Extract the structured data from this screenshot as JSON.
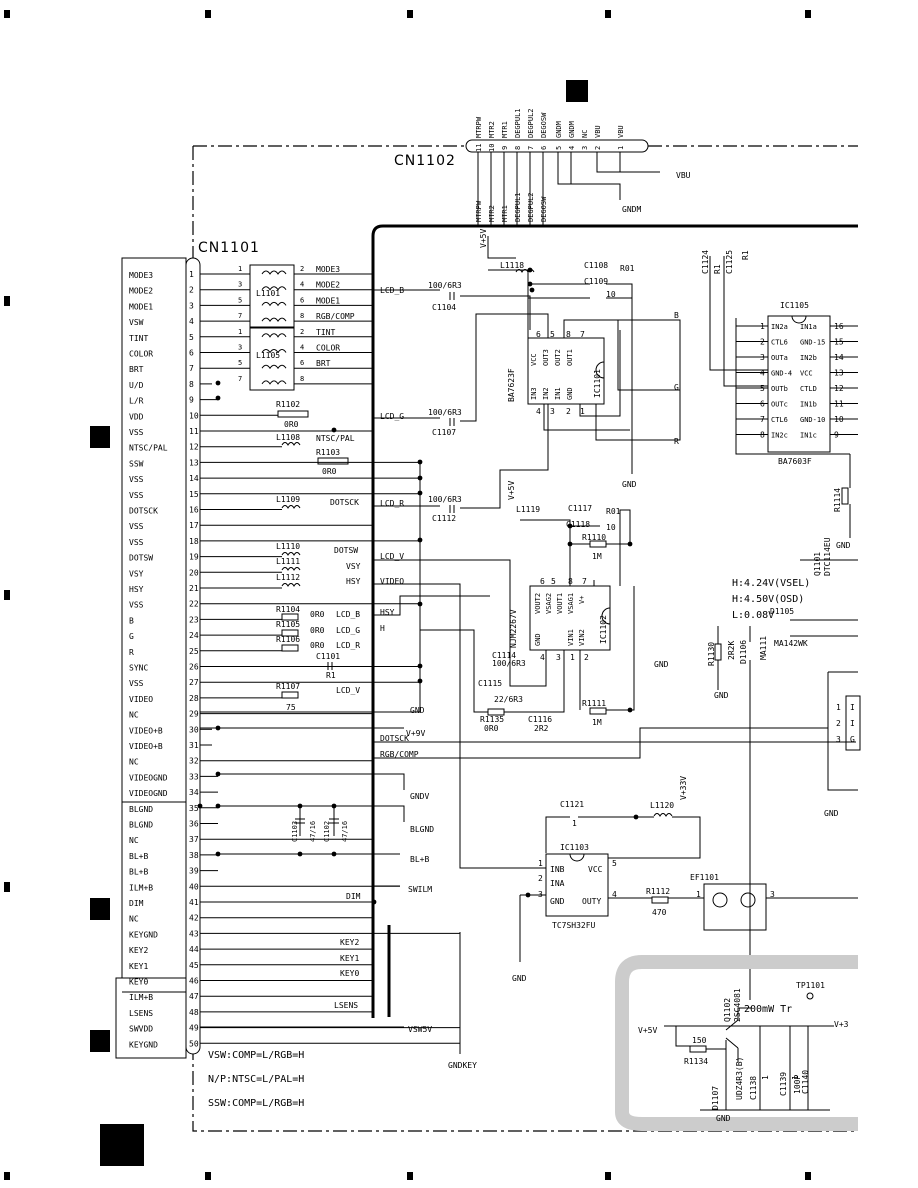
{
  "connectors": {
    "cn1101": {
      "title": "CN1101",
      "pins": [
        "1",
        "2",
        "3",
        "4",
        "5",
        "6",
        "7",
        "8",
        "9",
        "10",
        "11",
        "12",
        "13",
        "14",
        "15",
        "16",
        "17",
        "18",
        "19",
        "20",
        "21",
        "22",
        "23",
        "24",
        "25",
        "26",
        "27",
        "28",
        "29",
        "30",
        "31",
        "32",
        "33",
        "34",
        "35",
        "36",
        "37",
        "38",
        "39",
        "40",
        "41",
        "42",
        "43",
        "44",
        "45",
        "46",
        "47",
        "48",
        "49",
        "50"
      ],
      "signals": [
        "MODE3",
        "MODE2",
        "MODE1",
        "VSW",
        "TINT",
        "COLOR",
        "BRT",
        "U/D",
        "L/R",
        "VDD",
        "VSS",
        "NTSC/PAL",
        "SSW",
        "VSS",
        "VSS",
        "DOTSCK",
        "VSS",
        "VSS",
        "DOTSW",
        "VSY",
        "HSY",
        "VSS",
        "B",
        "G",
        "R",
        "SYNC",
        "VSS",
        "VIDEO",
        "NC",
        "VIDEO+B",
        "VIDEO+B",
        "NC",
        "VIDEOGND",
        "VIDEOGND",
        "BLGND",
        "BLGND",
        "NC",
        "BL+B",
        "BL+B",
        "ILM+B",
        "DIM",
        "NC",
        "KEYGND",
        "KEY2",
        "KEY1",
        "KEY0",
        "ILM+B",
        "LSENS",
        "SWVDD",
        "KEYGND"
      ]
    },
    "cn1102": {
      "title": "CN1102",
      "pins": [
        "11",
        "10",
        "9",
        "8",
        "7",
        "6",
        "5",
        "4",
        "3",
        "2",
        "1"
      ],
      "signals": [
        "MTRPW",
        "MTR2",
        "MTR1",
        "DEGPUL1",
        "DEGPUL2",
        "DEGOSW",
        "GNDM",
        "GNDM",
        "NC",
        "VBU",
        "VBU"
      ],
      "net_labels": [
        "MTRPW",
        "MTR2",
        "MTR1",
        "DEGPUL1",
        "DEGPUL2",
        "DEGOSW"
      ]
    }
  },
  "filters": {
    "l1101": {
      "ref": "L1101",
      "left_pins": [
        "1",
        "3",
        "5",
        "7"
      ],
      "right_pins": [
        "2",
        "4",
        "6",
        "8"
      ]
    },
    "l1105": {
      "ref": "L1105",
      "left_pins": [
        "1",
        "3",
        "5",
        "7"
      ],
      "right_pins": [
        "2",
        "4",
        "6",
        "8"
      ]
    }
  },
  "nets_right": [
    "MODE3",
    "MODE2",
    "MODE1",
    "RGB/COMP",
    "TINT",
    "COLOR",
    "BRT"
  ],
  "components": {
    "r1102": {
      "ref": "R1102",
      "val": "0R0"
    },
    "l1108": {
      "ref": "L1108"
    },
    "ntsc_net": "NTSC/PAL",
    "r1103": {
      "ref": "R1103",
      "val": "0R0"
    },
    "l1109": {
      "ref": "L1109"
    },
    "dotsck_net": "DOTSCK",
    "l1110": {
      "ref": "L1110"
    },
    "l1111": {
      "ref": "L1111"
    },
    "l1112": {
      "ref": "L1112"
    },
    "dotsw_net": "DOTSW",
    "vsy_net": "VSY",
    "hsy_net": "HSY",
    "r1104": {
      "ref": "R1104",
      "val": "0R0",
      "net": "LCD_B"
    },
    "r1105": {
      "ref": "R1105",
      "val": "0R0",
      "net": "LCD_G"
    },
    "r1106": {
      "ref": "R1106",
      "val": "0R0",
      "net": "LCD_R"
    },
    "c1101": {
      "ref": "C1101",
      "val": "R1"
    },
    "r1107": {
      "ref": "R1107",
      "val": "75",
      "net": "LCD_V"
    },
    "c1103": {
      "ref": "C1103",
      "val": "47/16"
    },
    "c1102": {
      "ref": "C1102",
      "val": "47/16"
    },
    "c1104": {
      "ref": "C1104",
      "val": "100/6R3"
    },
    "c1107": {
      "ref": "C1107",
      "val": "100/6R3"
    },
    "c1112": {
      "ref": "C1112",
      "val": "100/6R3"
    },
    "l1118": {
      "ref": "L1118"
    },
    "c1108": {
      "ref": "C1108",
      "val": "R01"
    },
    "c1109": {
      "ref": "C1109",
      "val": "10"
    },
    "l1119": {
      "ref": "L1119"
    },
    "c1117": {
      "ref": "C1117",
      "val": "R01"
    },
    "c1118": {
      "ref": "C1118",
      "val": "10"
    },
    "r1110": {
      "ref": "R1110",
      "val": "1M"
    },
    "c1114": {
      "ref": "C1114",
      "val": "100/6R3"
    },
    "c1115": {
      "ref": "C1115",
      "val": "22/6R3"
    },
    "r1135": {
      "ref": "R1135",
      "val": "0R0"
    },
    "c1116": {
      "ref": "C1116",
      "val": "2R2"
    },
    "r1111": {
      "ref": "R1111",
      "val": "1M"
    },
    "c1121": {
      "ref": "C1121",
      "val": "1"
    },
    "l1120": {
      "ref": "L1120"
    },
    "r1112": {
      "ref": "R1112",
      "val": "470"
    },
    "ef1101": {
      "ref": "EF1101"
    },
    "c1124": {
      "ref": "C1124",
      "val": "R1"
    },
    "c1125": {
      "ref": "C1125",
      "val": "R1"
    },
    "r1114": {
      "ref": "R1114"
    },
    "q1101": {
      "ref": "Q1101",
      "type": "DTC114EU"
    },
    "d1105": {
      "ref": "D1105",
      "type": "MA142WK"
    },
    "r1130": {
      "ref": "R1130",
      "val": "2R2K"
    },
    "d1106": {
      "ref": "D1106",
      "type": "MA111"
    },
    "q1102": {
      "ref": "Q1102",
      "type": "2SC4081"
    },
    "r1134": {
      "ref": "R1134",
      "val": "150"
    },
    "d1107": {
      "ref": "D1107",
      "type": "UDZ4R3(B)"
    },
    "c1138": {
      "ref": "C1138",
      "val": "1"
    },
    "c1139": {
      "ref": "C1139",
      "val": "1"
    },
    "c1140": {
      "ref": "C1140",
      "val": "100P"
    },
    "tp1101": {
      "ref": "TP1101"
    }
  },
  "ics": {
    "ic1101": {
      "ref": "IC1101",
      "part": "BA7623F",
      "pins_top": [
        "6",
        "5",
        "8",
        "7"
      ],
      "pins_bot": [
        "4",
        "3",
        "2",
        "1"
      ],
      "labels_top": [
        "VCC",
        "OUT2",
        "OUT1"
      ],
      "labels_bot": [
        "IN3",
        "IN2",
        "IN1",
        "GND"
      ],
      "label_out3": "OUT3"
    },
    "ic1102": {
      "ref": "IC1102",
      "part": "NJM2267V",
      "pins_top": [
        "6",
        "5",
        "8",
        "7"
      ],
      "pins_bot": [
        "4",
        "3",
        "1",
        "2"
      ],
      "labels": [
        "VOUT2",
        "VSAG2",
        "VOUT1",
        "VSAG1",
        "V+",
        "GND",
        "VIN1",
        "VIN2"
      ]
    },
    "ic1103": {
      "ref": "IC1103",
      "part": "TC7SH32FU",
      "pins": [
        "1",
        "2",
        "3",
        "4",
        "5"
      ],
      "labels": [
        "INB",
        "INA",
        "GND",
        "OUTY",
        "VCC"
      ]
    },
    "ic1105": {
      "ref": "IC1105",
      "part": "BA7603F",
      "pins_left": [
        "1",
        "2",
        "3",
        "4",
        "5",
        "6",
        "7",
        "8"
      ],
      "pins_right": [
        "16",
        "15",
        "14",
        "13",
        "12",
        "11",
        "10",
        "9"
      ],
      "labels_left": [
        "IN2a",
        "CTL6",
        "OUTa",
        "GND-4",
        "OUTb",
        "OUTc",
        "CTL6",
        "IN2c"
      ],
      "labels_right": [
        "IN1a",
        "GND-15",
        "IN2b",
        "VCC",
        "CTLD",
        "IN1b",
        "GND-10",
        "IN1c"
      ]
    }
  },
  "net_labels": {
    "lcd_b": "LCD_B",
    "lcd_g": "LCD_G",
    "lcd_r": "LCD_R",
    "lcd_v": "LCD_V",
    "video": "VIDEO",
    "hsy": "HSY",
    "h": "H",
    "dotsck": "DOTSCK",
    "rgbcomp": "RGB/COMP",
    "v9": "V+9V",
    "gndv": "GNDV",
    "blgnd": "BLGND",
    "blb": "BL+B",
    "swilm": "SWILM",
    "dim": "DIM",
    "key2": "KEY2",
    "key1": "KEY1",
    "key0": "KEY0",
    "lsens": "LSENS",
    "vsw5v": "VSW5V",
    "gndkey": "GNDKEY",
    "gnd": "GND",
    "gndm": "GNDM",
    "vbu": "VBU",
    "v5v": "V+5V",
    "v33v": "V+33V",
    "b": "B",
    "g": "G",
    "r": "R",
    "v33": "V+3"
  },
  "voltages": [
    "H:4.24V(VSEL)",
    "H:4.50V(OSD)",
    "L:0.08V"
  ],
  "notes": [
    "VSW:COMP=L/RGB=H",
    "N/P:NTSC=L/PAL=H",
    "SSW:COMP=L/RGB=H"
  ],
  "inset": {
    "title": "200mW Tr"
  }
}
